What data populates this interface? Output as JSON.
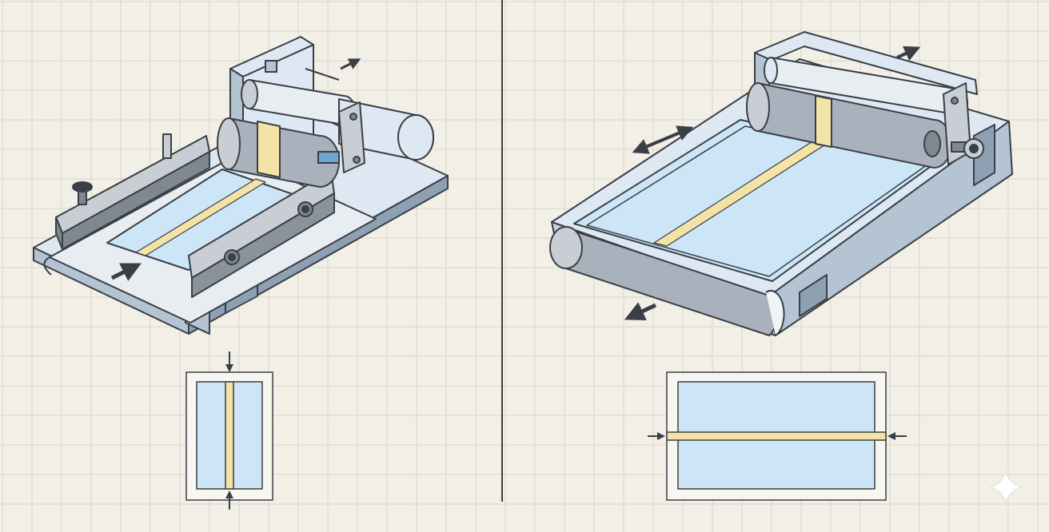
{
  "colors": {
    "background": "#f1efe6",
    "grid": "#d9d6cb",
    "outline": "#3a3f46",
    "frame_top": "#dde8f2",
    "frame_side": "#b4c4d3",
    "frame_dark": "#8ea1b3",
    "metal_light": "#c9ced5",
    "metal_dark": "#7f8790",
    "roller_light": "#d4dbe3",
    "roller_dark": "#8d97a2",
    "glass": "#cce6f7",
    "tape": "#f4e3a6",
    "arrow": "#3a3f46"
  },
  "panels": [
    {
      "name": "left-panel",
      "machine": "narrow-plate-laminator",
      "orientation": "portrait",
      "tape_direction": "vertical",
      "arrows": [
        "feed-arrow",
        "lift-arrow",
        "top-compress-arrow",
        "bottom-compress-arrow"
      ]
    },
    {
      "name": "right-panel",
      "machine": "wide-plate-laminator",
      "orientation": "landscape",
      "tape_direction": "horizontal",
      "arrows": [
        "lift-arrow",
        "travel-arrow",
        "exit-arrow",
        "left-compress-arrow",
        "right-compress-arrow"
      ]
    }
  ],
  "watermark_icon": "sparkle-icon"
}
